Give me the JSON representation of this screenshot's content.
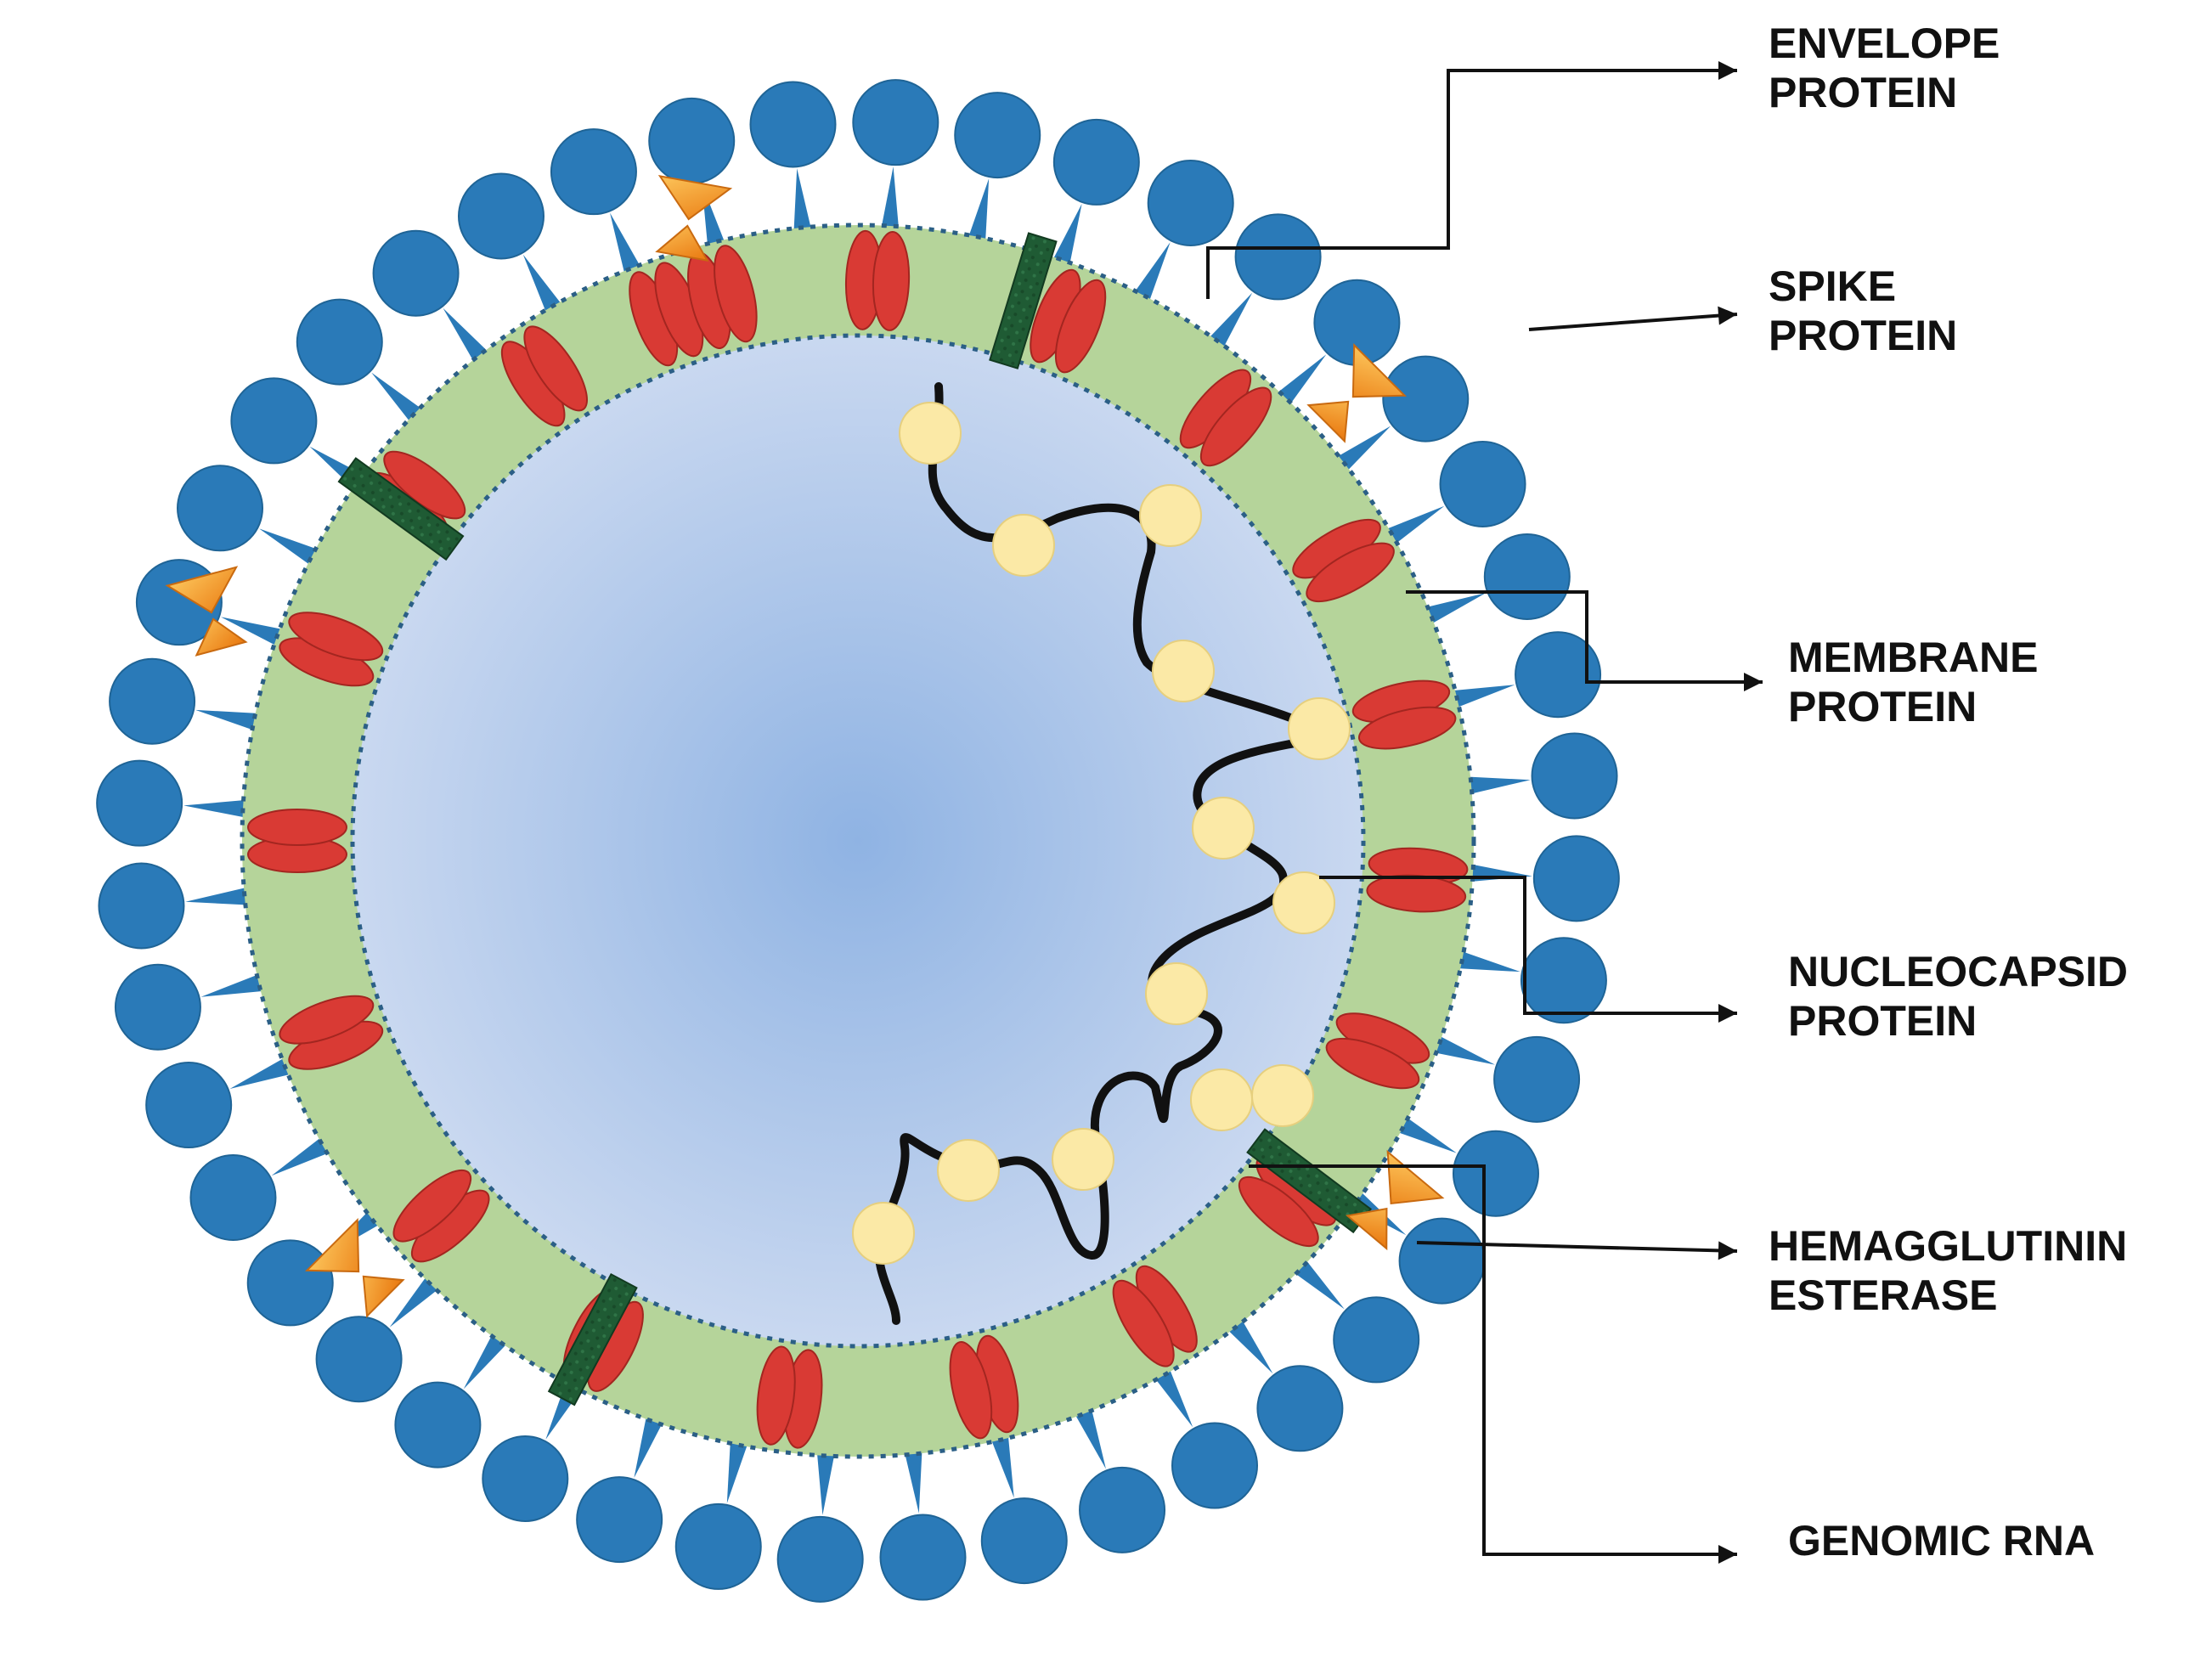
{
  "labels": {
    "envelope": {
      "line1": "ENVELOPE",
      "line2": "PROTEIN"
    },
    "spike": {
      "line1": "SPIKE",
      "line2": "PROTEIN"
    },
    "membrane": {
      "line1": "MEMBRANE",
      "line2": "PROTEIN"
    },
    "nucleocapsid": {
      "line1": "NUCLEOCAPSID",
      "line2": "PROTEIN"
    },
    "hemagglutinin": {
      "line1": "HEMAGGLUTININ",
      "line2": "ESTERASE"
    },
    "genomic_rna": {
      "line1": "GENOMIC RNA"
    }
  },
  "colors": {
    "spike": "#2a7ab8",
    "envelope_layer": "#b5d49a",
    "interior_center": "#8fb3e3",
    "interior_edge": "#c9d8f0",
    "membrane_protein": "#d93a34",
    "envelope_protein": "#1f5b34",
    "hemagglutinin": "#f59a23",
    "nucleocapsid": "#fbe9a6",
    "rna": "#111111"
  },
  "icons": {
    "spike": "lollipop-spike",
    "membrane_protein": "red-double-oval",
    "envelope_protein": "dark-green-bar",
    "hemagglutinin_esterase": "orange-bowtie",
    "nucleocapsid": "yellow-circle"
  }
}
